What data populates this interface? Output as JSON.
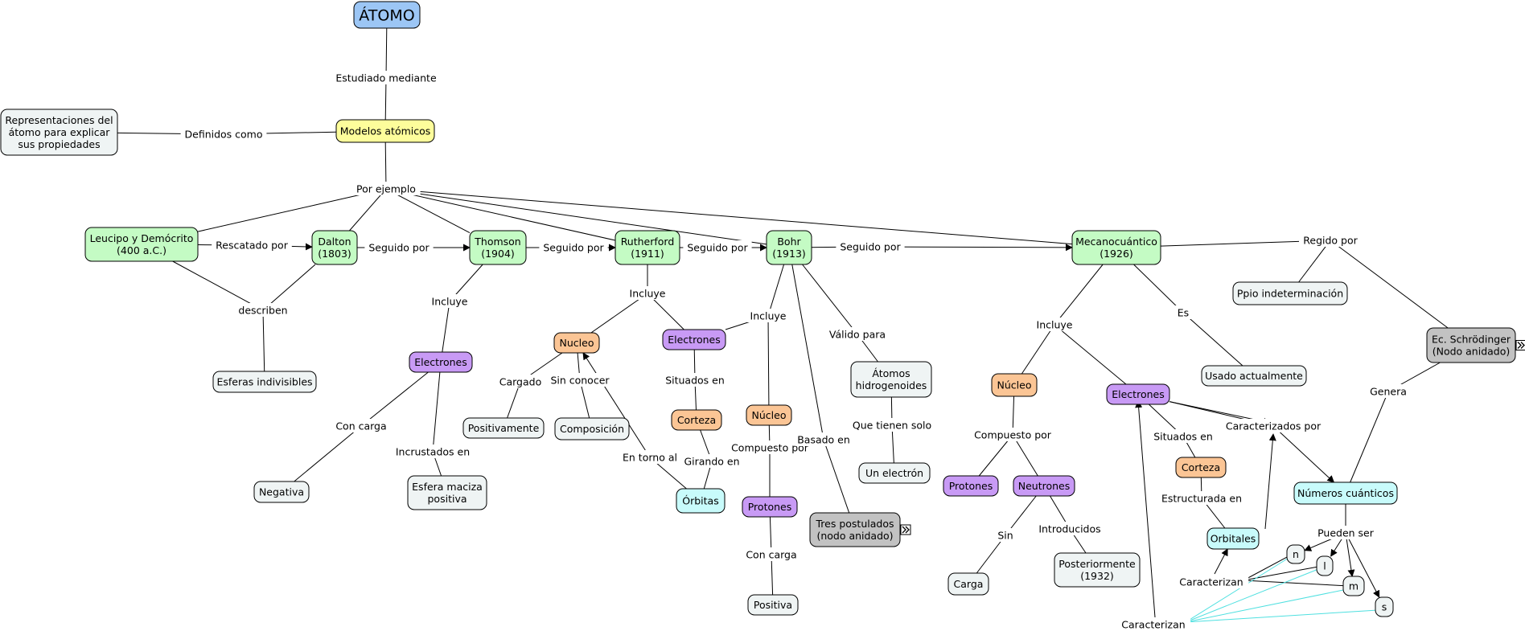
{
  "colors": {
    "blue": "#9cc6f5",
    "yellow": "#fdfd9b",
    "green": "#c4fbc4",
    "purple": "#c89af5",
    "orange": "#fbc595",
    "cyan": "#c8fbfb",
    "white": "#eff4f4",
    "gray": "#c2c2c2",
    "stroke": "#000000",
    "link_cyan": "#4fe0e0"
  },
  "nodes": {
    "atomo": {
      "lines": [
        "ÁTOMO"
      ],
      "color": "blue"
    },
    "modelos": {
      "lines": [
        "Modelos atómicos"
      ],
      "color": "yellow"
    },
    "representaciones": {
      "lines": [
        "Representaciones del",
        "átomo para explicar",
        "sus propiedades"
      ],
      "color": "white"
    },
    "leucipo": {
      "lines": [
        "Leucipo y Demócrito",
        "(400 a.C.)"
      ],
      "color": "green"
    },
    "dalton": {
      "lines": [
        "Dalton",
        "(1803)"
      ],
      "color": "green"
    },
    "thomson": {
      "lines": [
        "Thomson",
        "(1904)"
      ],
      "color": "green"
    },
    "rutherford": {
      "lines": [
        "Rutherford",
        "(1911)"
      ],
      "color": "green"
    },
    "bohr": {
      "lines": [
        "Bohr",
        "(1913)"
      ],
      "color": "green"
    },
    "mecano": {
      "lines": [
        "Mecanocuántico",
        "(1926)"
      ],
      "color": "green"
    },
    "esferas": {
      "lines": [
        "Esferas indivisibles"
      ],
      "color": "white"
    },
    "electrones_t": {
      "lines": [
        "Electrones"
      ],
      "color": "purple"
    },
    "negativa": {
      "lines": [
        "Negativa"
      ],
      "color": "white"
    },
    "esfera_maciza": {
      "lines": [
        "Esfera maciza",
        "positiva"
      ],
      "color": "white"
    },
    "nucleo_r": {
      "lines": [
        "Nucleo"
      ],
      "color": "orange"
    },
    "electrones_r": {
      "lines": [
        "Electrones"
      ],
      "color": "purple"
    },
    "positivamente": {
      "lines": [
        "Positivamente"
      ],
      "color": "white"
    },
    "composicion": {
      "lines": [
        "Composición"
      ],
      "color": "white"
    },
    "corteza_r": {
      "lines": [
        "Corteza"
      ],
      "color": "orange"
    },
    "orbitas": {
      "lines": [
        "Órbitas"
      ],
      "color": "cyan"
    },
    "nucleo_b": {
      "lines": [
        "Núcleo"
      ],
      "color": "orange"
    },
    "protones_b": {
      "lines": [
        "Protones"
      ],
      "color": "purple"
    },
    "positiva": {
      "lines": [
        "Positiva"
      ],
      "color": "white"
    },
    "tres_postulados": {
      "lines": [
        "Tres postulados",
        "(nodo anidado)"
      ],
      "color": "gray",
      "nested": true
    },
    "atomos_h": {
      "lines": [
        "Átomos",
        "hidrogenoides"
      ],
      "color": "white"
    },
    "un_electron": {
      "lines": [
        "Un electrón"
      ],
      "color": "white"
    },
    "nucleo_m": {
      "lines": [
        "Núcleo"
      ],
      "color": "orange"
    },
    "protones_m": {
      "lines": [
        "Protones"
      ],
      "color": "purple"
    },
    "neutrones": {
      "lines": [
        "Neutrones"
      ],
      "color": "purple"
    },
    "carga": {
      "lines": [
        "Carga"
      ],
      "color": "white"
    },
    "posteriormente": {
      "lines": [
        "Posteriormente",
        "(1932)"
      ],
      "color": "white"
    },
    "electrones_m": {
      "lines": [
        "Electrones"
      ],
      "color": "purple"
    },
    "corteza_m": {
      "lines": [
        "Corteza"
      ],
      "color": "orange"
    },
    "orbitales": {
      "lines": [
        "Orbitales"
      ],
      "color": "cyan"
    },
    "usado": {
      "lines": [
        "Usado actualmente"
      ],
      "color": "white"
    },
    "ppio": {
      "lines": [
        "Ppio indeterminación"
      ],
      "color": "white"
    },
    "schrodinger": {
      "lines": [
        "Ec. Schrödinger",
        "(Nodo anidado)"
      ],
      "color": "gray",
      "nested": true
    },
    "numeros": {
      "lines": [
        "Números cuánticos"
      ],
      "color": "cyan"
    },
    "n": {
      "lines": [
        "n"
      ],
      "color": "white"
    },
    "l": {
      "lines": [
        "l"
      ],
      "color": "white"
    },
    "m": {
      "lines": [
        "m"
      ],
      "color": "white"
    },
    "s": {
      "lines": [
        "s"
      ],
      "color": "white"
    }
  },
  "labels": {
    "estudiado": "Estudiado mediante",
    "definidos": "Definidos como",
    "por_ejemplo": "Por ejemplo",
    "rescatado": "Rescatado por",
    "seguido1": "Seguido por",
    "seguido2": "Seguido por",
    "seguido3": "Seguido por",
    "seguido4": "Seguido por",
    "regido": "Regido por",
    "describen": "describen",
    "incluye_t": "Incluye",
    "incluye_r": "Incluye",
    "incluye_b": "Incluye",
    "incluye_m": "Incluye",
    "es": "Es",
    "con_carga_t": "Con carga",
    "incrustados": "Incrustados en",
    "cargado": "Cargado",
    "sin_conocer": "Sin conocer",
    "situados_r": "Situados en",
    "en_torno": "En torno al",
    "girando": "Girando en",
    "compuesto_b": "Compuesto por",
    "con_carga_b": "Con carga",
    "basado": "Basado en",
    "valido": "Válido para",
    "que_tienen": "Que tienen solo",
    "compuesto_m": "Compuesto por",
    "sin": "Sin",
    "introducidos": "Introducidos",
    "situados_m": "Situados en",
    "estructurada": "Estructurada en",
    "caracterizados": "Caracterizados por",
    "genera": "Genera",
    "pueden_ser": "Pueden ser",
    "caracterizan1": "Caracterizan",
    "caracterizan2": "Caracterizan"
  }
}
